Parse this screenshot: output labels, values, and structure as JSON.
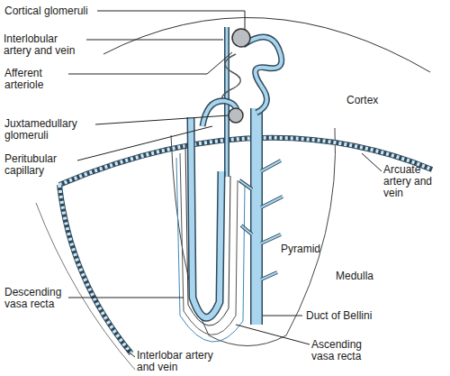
{
  "diagram": {
    "labels": [
      "Cortical glomeruli",
      "Interlobular artery and vein",
      "Afferent arteriole",
      "Cortex",
      "Juxtamedullary glomeruli",
      "Peritubular capillary",
      "Arcuate artery and vein",
      "Pyramid",
      "Medulla",
      "Descending vasa recta",
      "Duct of Bellini",
      "Ascending vasa recta",
      "Interlobar artery and vein"
    ]
  }
}
